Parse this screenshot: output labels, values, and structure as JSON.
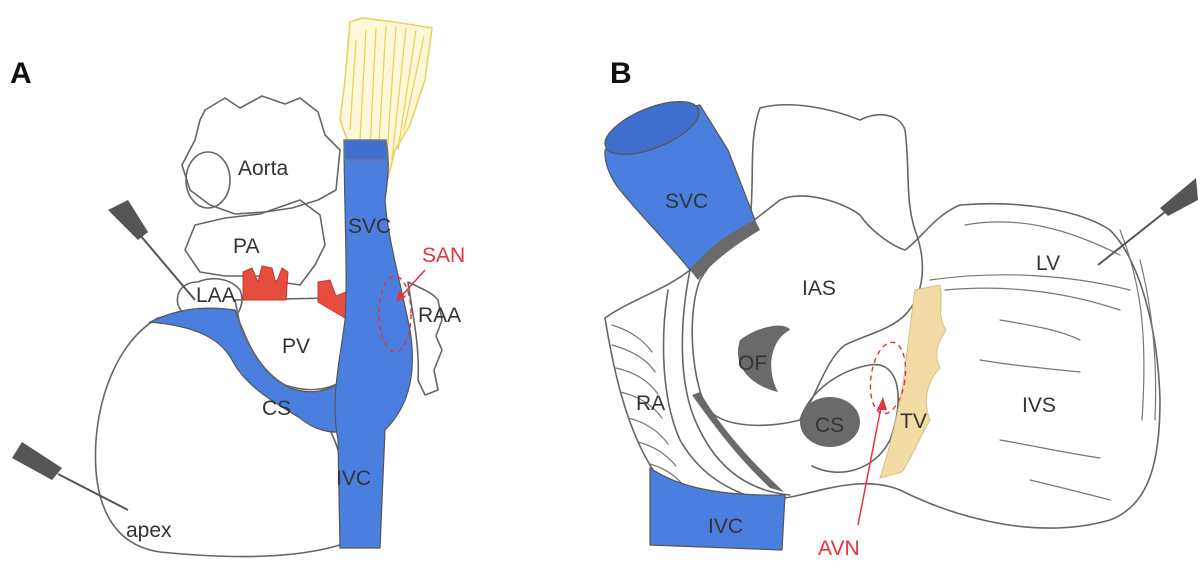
{
  "colors": {
    "vein_blue": "#4a7fe0",
    "tissue_red": "#e64d3e",
    "nerve_yellow": "#e9d35a",
    "valve_beige": "#f2dba5",
    "dark_gray": "#666666",
    "label_red": "#e8323a"
  },
  "icons": [
    "pin-icon",
    "pin-icon",
    "pin-icon"
  ],
  "panel_a": {
    "letter": "A",
    "labels": {
      "aorta": "Aorta",
      "pa": "PA",
      "laa": "LAA",
      "pv": "PV",
      "svc": "SVC",
      "san": "SAN",
      "raa": "RAA",
      "cs": "CS",
      "ivc": "IVC",
      "apex": "apex"
    }
  },
  "panel_b": {
    "letter": "B",
    "labels": {
      "svc": "SVC",
      "ias": "IAS",
      "of": "OF",
      "ra": "RA",
      "cs": "CS",
      "tv": "TV",
      "lv": "LV",
      "ivs": "IVS",
      "ivc": "IVC",
      "avn": "AVN"
    }
  }
}
